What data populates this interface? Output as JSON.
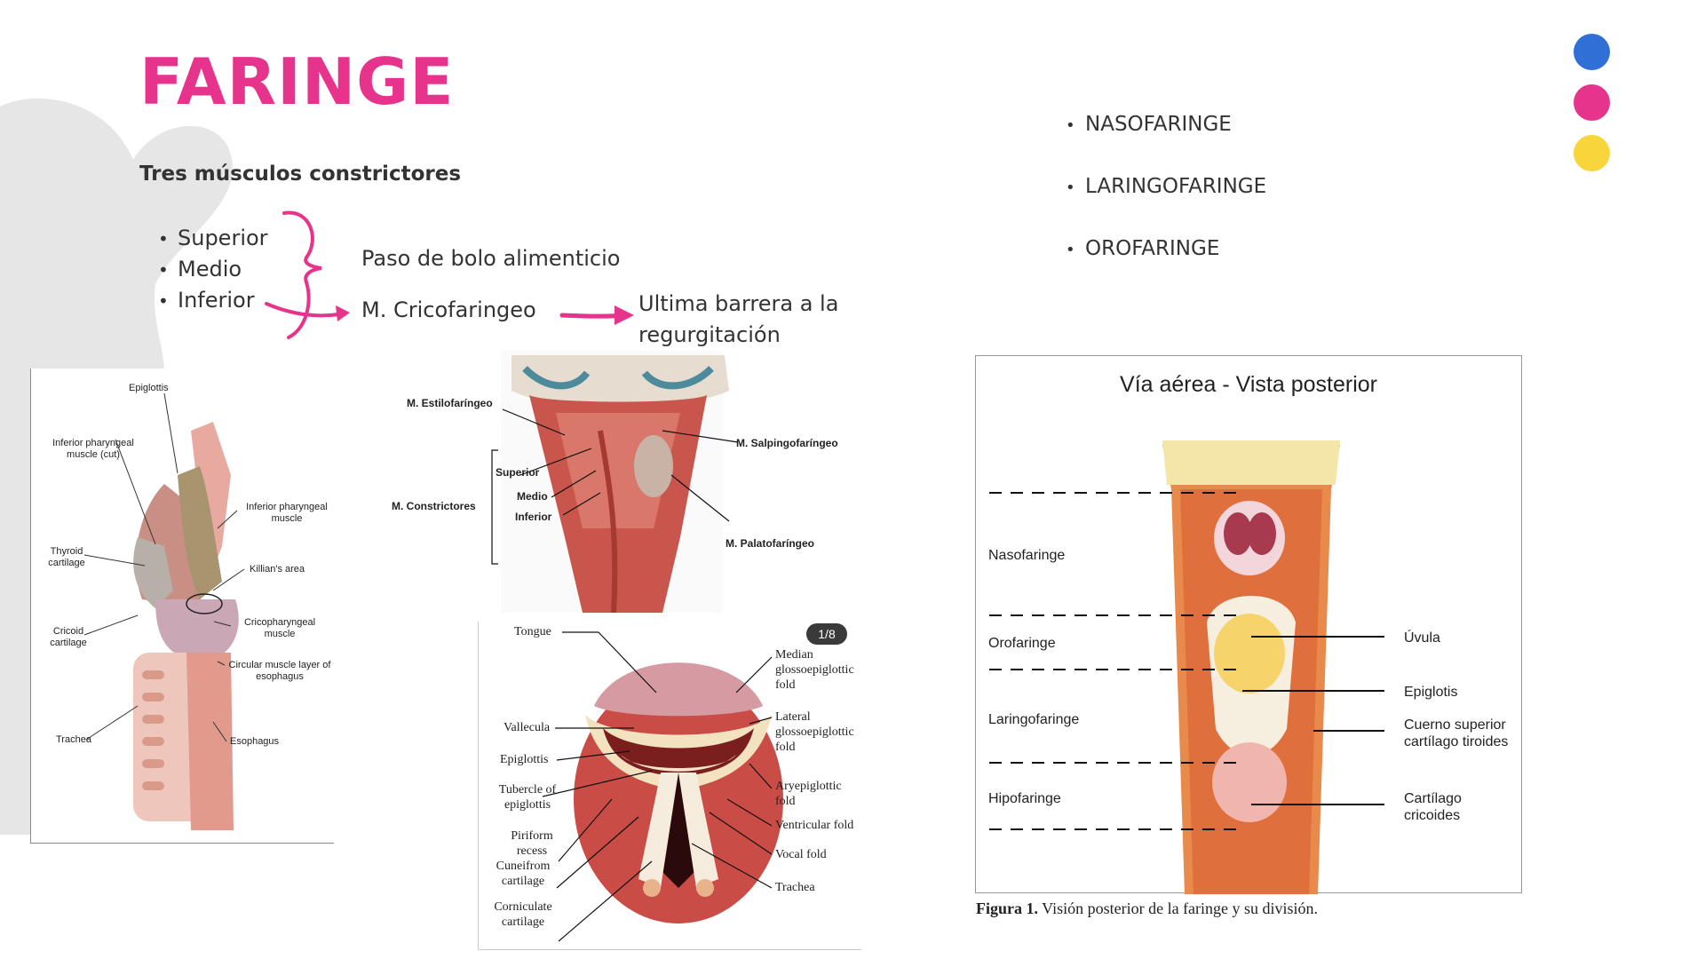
{
  "colors": {
    "accent": "#e6348c",
    "dot_blue": "#2f6fd6",
    "dot_pink": "#e6348c",
    "dot_yellow": "#f8d53a",
    "blob": "#e6e6e6"
  },
  "slide": {
    "title": "FARINGE",
    "subtitle": "Tres  músculos constrictores",
    "muscles": [
      "Superior",
      "Medio",
      "Inferior"
    ],
    "note_bolo": "Paso de bolo alimenticio",
    "note_crico": "M. Cricofaringeo",
    "note_barrier": "Ultima barrera a la regurgitación",
    "regions": [
      "NASOFARINGE",
      "LARINGOFARINGE",
      "OROFARINGE"
    ]
  },
  "fig1": {
    "labels": [
      "Epiglottis",
      "Inferior pharyngeal muscle (cut)",
      "Thyroid cartilage",
      "Cricoid cartilage",
      "Trachea",
      "Inferior pharyngeal muscle",
      "Killian's area",
      "Cricopharyngeal muscle",
      "Circular muscle layer of esophagus",
      "Esophagus"
    ]
  },
  "fig2": {
    "labels": [
      "M. Estilofaríngeo",
      "M. Constrictores",
      "Superior",
      "Medio",
      "Inferior",
      "M. Salpingofaríngeo",
      "M. Palatofaríngeo"
    ]
  },
  "fig3": {
    "badge": "1/8",
    "left_labels": [
      "Tongue",
      "Vallecula",
      "Epiglottis",
      "Tubercle of epiglottis",
      "Piriform recess",
      "Cuneifrom cartilage",
      "Corniculate cartilage"
    ],
    "right_labels": [
      "Median glossoepiglottic fold",
      "Lateral glossoepiglottic fold",
      "Aryepiglottic fold",
      "Ventricular fold",
      "Vocal fold",
      "Trachea"
    ]
  },
  "fig4": {
    "title": "Vía aérea - Vista posterior",
    "left_labels": [
      "Nasofaringe",
      "Orofaringe",
      "Laringofaringe",
      "Hipofaringe"
    ],
    "right_labels": [
      "Úvula",
      "Epiglotis",
      "Cuerno superior cartílago tiroides",
      "Cartílago cricoides"
    ],
    "caption_bold": "Figura 1.",
    "caption_text": " Visión posterior de la faringe y su división."
  }
}
